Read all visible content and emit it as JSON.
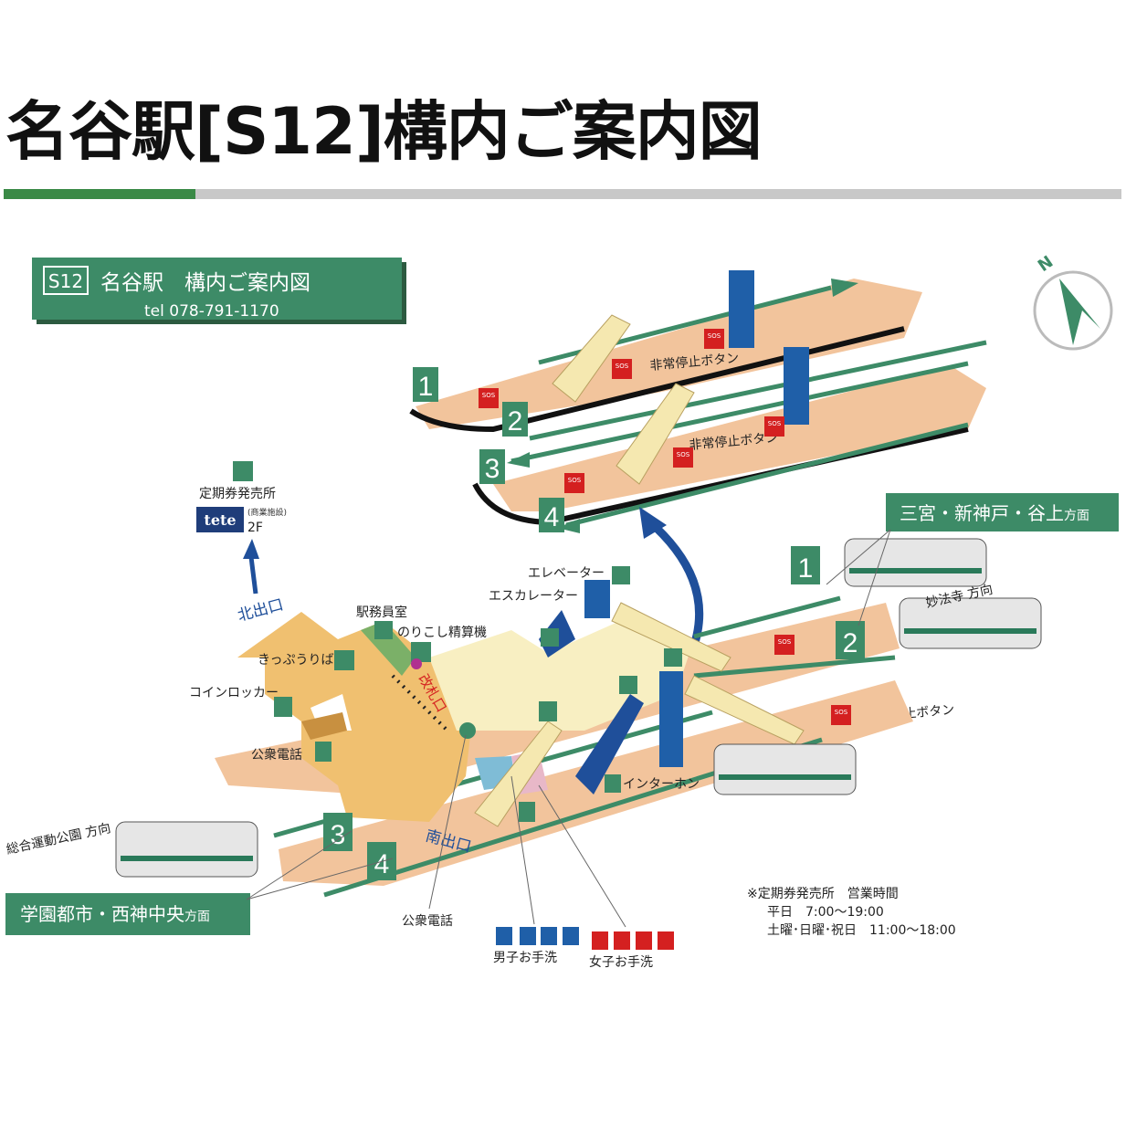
{
  "title": "名谷駅[S12]構内ご案内図",
  "colors": {
    "green": "#3d8b67",
    "platform": "#f2c49c",
    "concourse": "#f0c070",
    "blue": "#1f4f9a",
    "sos": "#d42020"
  },
  "map": {
    "header": {
      "code": "S12",
      "name": "名谷駅　構内ご案内図",
      "tel": "tel 078-791-1170"
    },
    "compass": "N",
    "tracks": [
      "1",
      "2",
      "3",
      "4"
    ],
    "lower_tracks": [
      "1",
      "2",
      "3",
      "4"
    ],
    "emergency_button": "非常停止ボタン",
    "sos": "SOS",
    "teiki": "定期券発売所",
    "tete": "tete",
    "tete_note": "(商業施設)",
    "floor": "2F",
    "north_exit": "北出口",
    "south_exit": "南出口",
    "station_office": "駅務員室",
    "fare_adjust": "のりこし精算機",
    "ticket": "きっぷうりば",
    "locker": "コインロッカー",
    "phone": "公衆電話",
    "gate": "改札口",
    "elevator": "エレベーター",
    "escalator": "エスカレーター",
    "interphone": "インターホン",
    "men": "男子お手洗",
    "women": "女子お手洗",
    "dest_east": {
      "main": "三宮・新神戸・谷上",
      "suffix": "方面"
    },
    "dir_east": "妙法寺 方向",
    "dir_west": "総合運動公園 方向",
    "dest_west": {
      "main": "学園都市・西神中央",
      "suffix": "方面"
    },
    "hours": {
      "title": "※定期券発売所　営業時間",
      "weekday": "平日　7:00〜19:00",
      "holiday": "土曜･日曜･祝日　11:00〜18:00"
    }
  }
}
